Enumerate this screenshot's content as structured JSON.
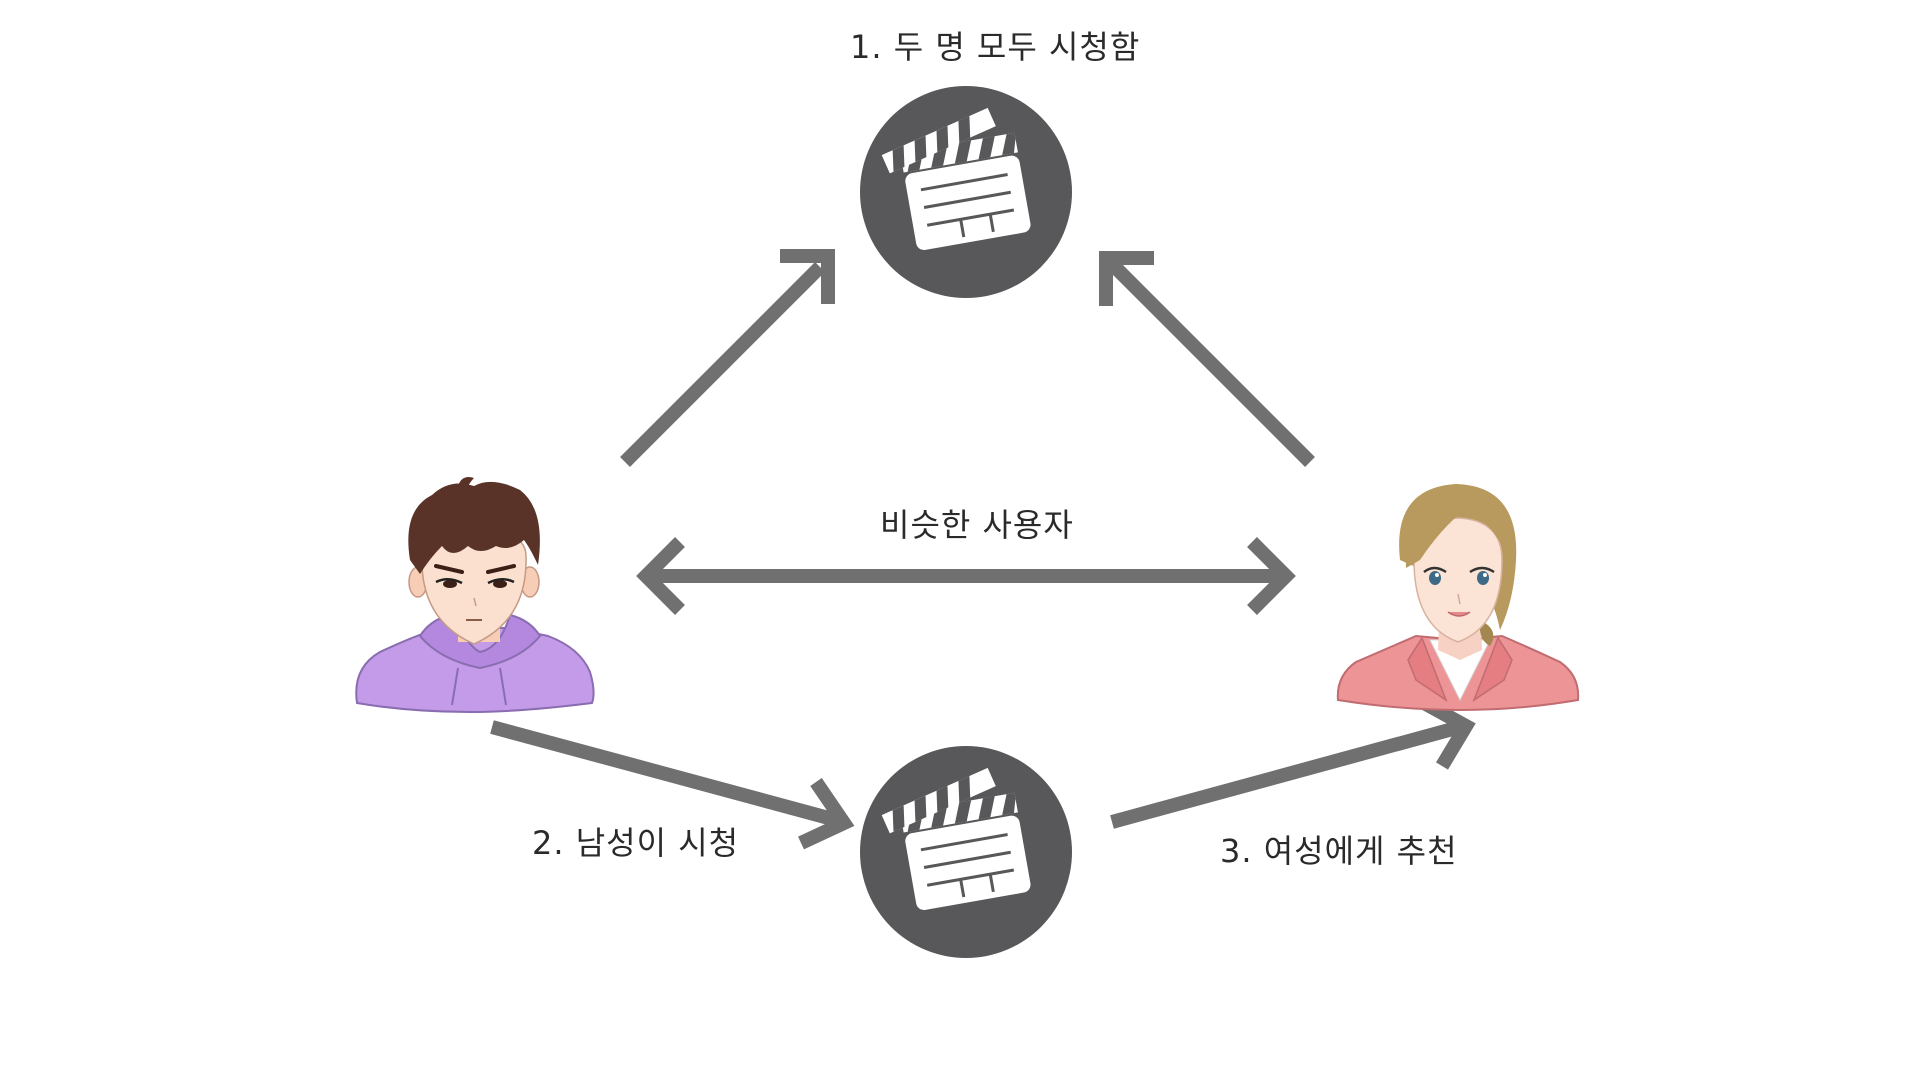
{
  "labels": {
    "both_watched": "1. 두 명 모두 시청함",
    "similar_users": "비슷한 사용자",
    "male_watched": "2. 남성이 시청",
    "recommend_female": "3. 여성에게 추천"
  },
  "colors": {
    "arrow": "#707070",
    "film_circle": "#58585a",
    "male_hoodie": "#c39be8",
    "male_hair": "#5a3328",
    "female_hair": "#b89a5e",
    "female_jacket": "#ec9496",
    "skin": "#fbe0cf"
  },
  "icons": {
    "film": "clapperboard-icon",
    "male": "male-user-avatar",
    "female": "female-user-avatar"
  }
}
